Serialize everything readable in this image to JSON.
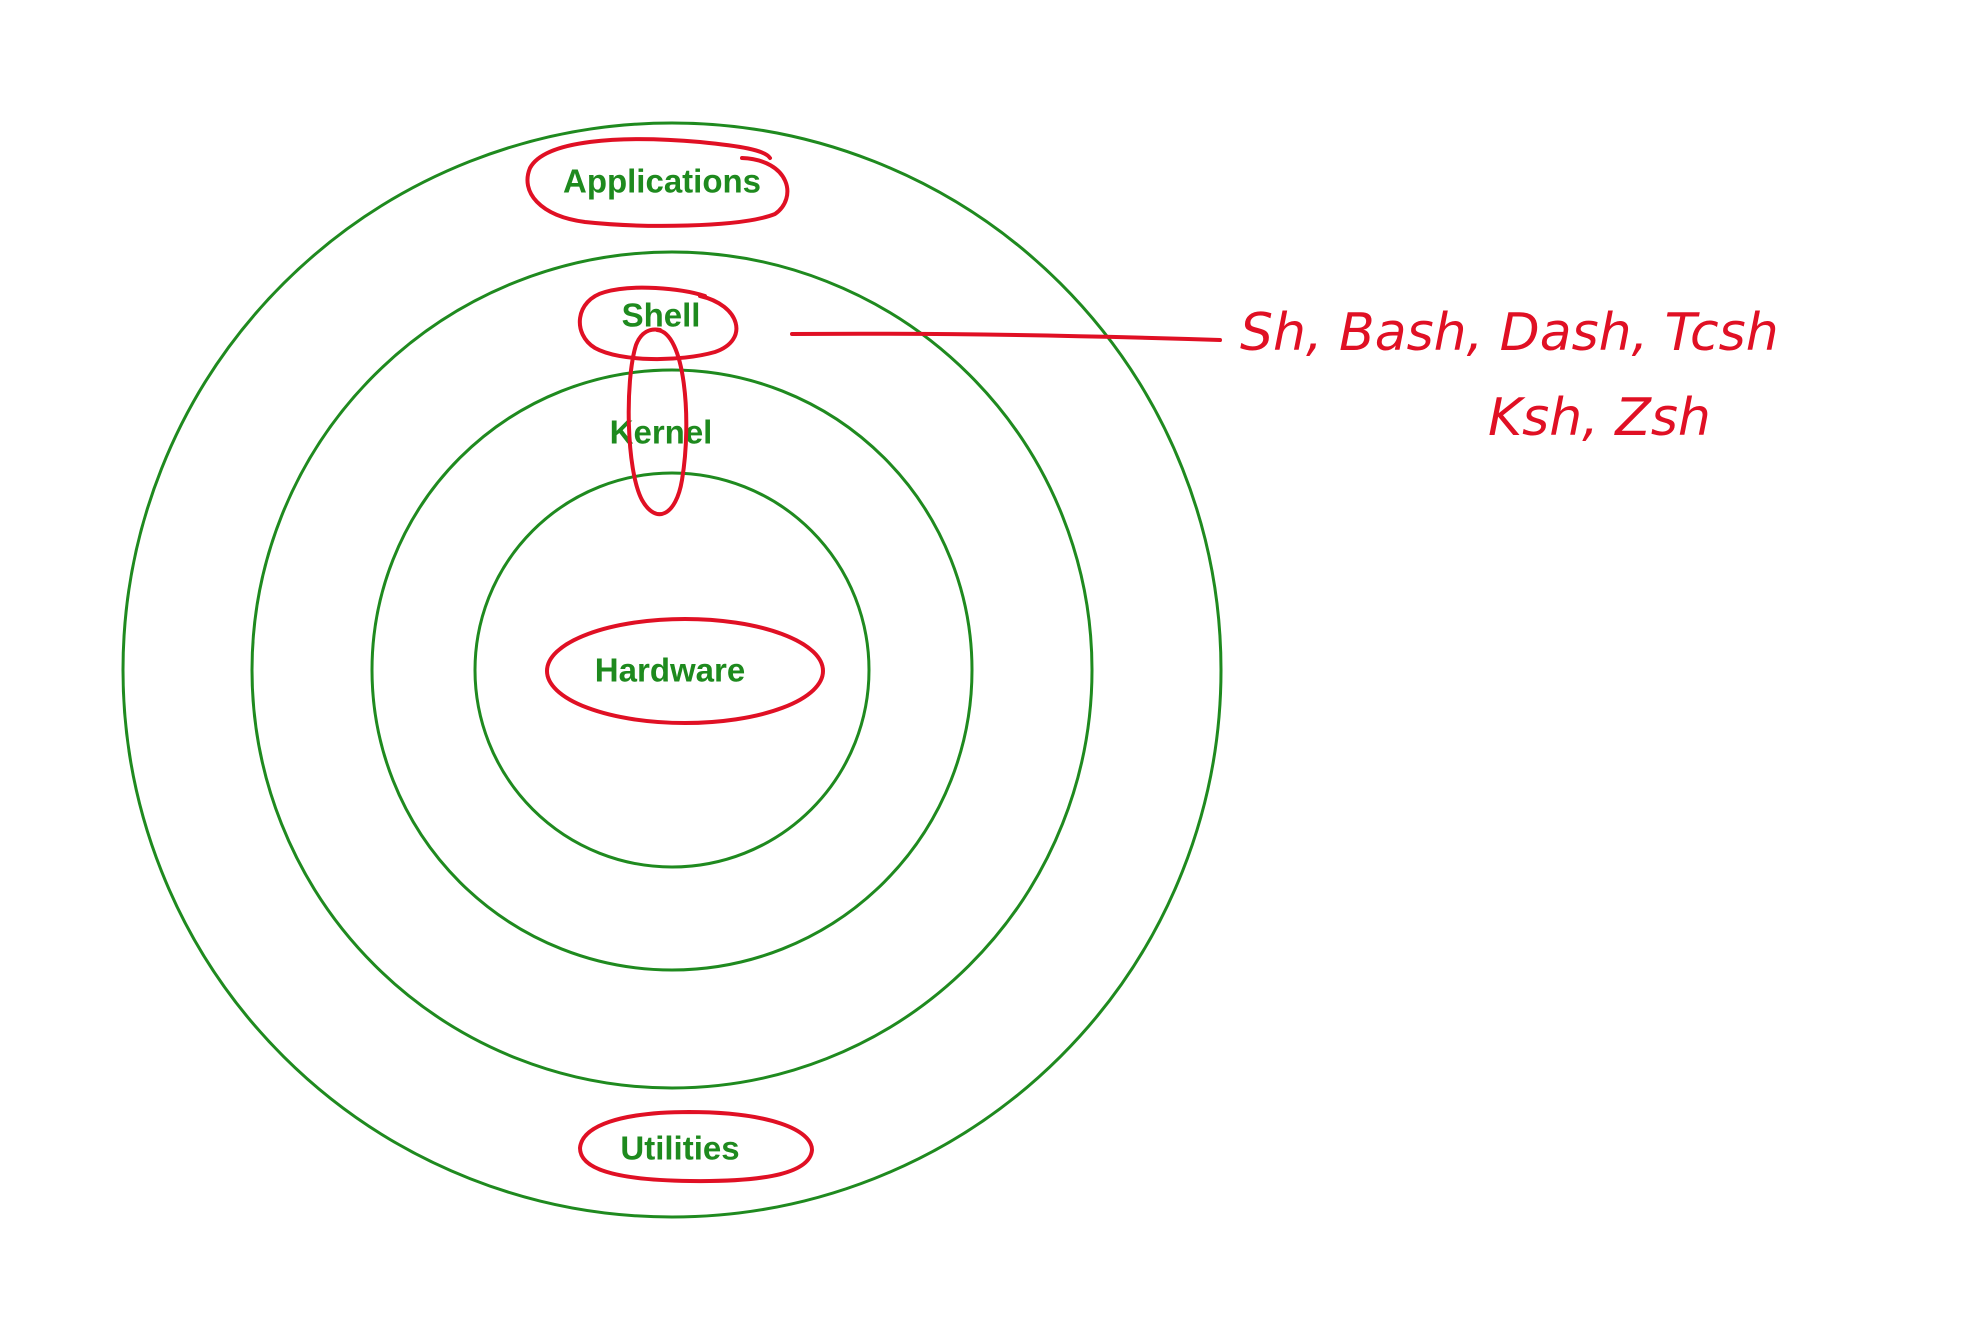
{
  "layers": {
    "applications": "Applications",
    "shell": "Shell",
    "kernel": "Kernel",
    "hardware": "Hardware",
    "utilities": "Utilities"
  },
  "annotation": {
    "line1": "Sh, Bash, Dash, Tcsh",
    "line2": "Ksh, Zsh"
  },
  "colors": {
    "rings": "#1f8a1f",
    "labels": "#1e8a1e",
    "handwriting": "#e01024",
    "background": "#ffffff"
  }
}
